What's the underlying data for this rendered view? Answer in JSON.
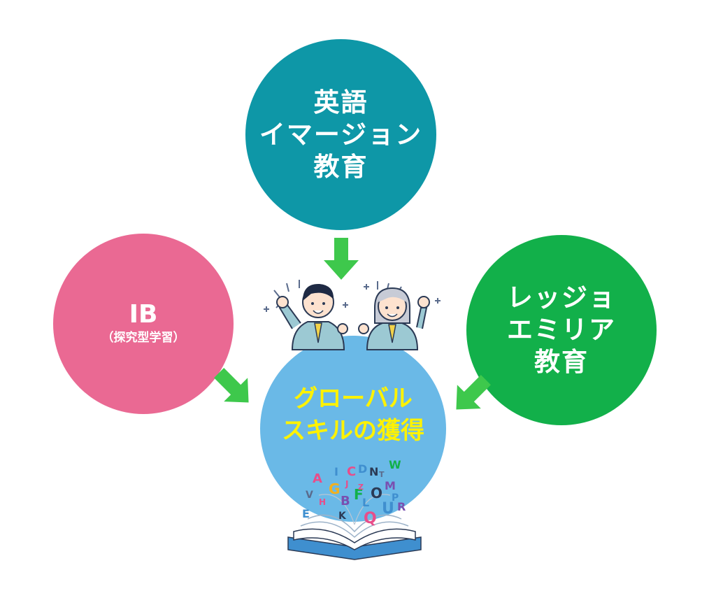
{
  "nodes": {
    "top": {
      "lines": [
        "英語",
        "イマージョン",
        "教育"
      ],
      "color": "#0e97a7"
    },
    "left": {
      "title": "IB",
      "subtitle": "（探究型学習）",
      "color": "#ea6993"
    },
    "right": {
      "lines": [
        "レッジョ",
        "エミリア",
        "教育"
      ],
      "color": "#12b04a"
    },
    "center": {
      "lines": [
        "グローバル",
        "スキルの獲得"
      ],
      "color": "#6ab9e7",
      "text_color": "#fff200"
    }
  },
  "arrow_color": "#3ec84c",
  "book_letters": [
    "A",
    "V",
    "E",
    "H",
    "G",
    "B",
    "K",
    "I",
    "C",
    "J",
    "F",
    "L",
    "D",
    "N",
    "Z",
    "Q",
    "O",
    "U",
    "T",
    "M",
    "W",
    "P",
    "R"
  ]
}
